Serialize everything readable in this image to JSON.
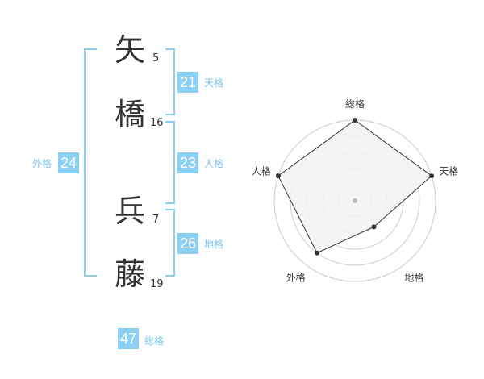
{
  "name_chars": [
    {
      "char": "矢",
      "strokes": "5"
    },
    {
      "char": "橋",
      "strokes": "16"
    },
    {
      "char": "兵",
      "strokes": "7"
    },
    {
      "char": "藤",
      "strokes": "19"
    }
  ],
  "fortunes": {
    "tenkaku": {
      "value": "21",
      "label": "天格"
    },
    "jinkaku": {
      "value": "23",
      "label": "人格"
    },
    "chikaku": {
      "value": "26",
      "label": "地格"
    },
    "gaikaku": {
      "value": "24",
      "label": "外格"
    },
    "soukaku": {
      "value": "47",
      "label": "総格"
    }
  },
  "chart_data": {
    "type": "radar",
    "axes": [
      "総格",
      "天格",
      "地格",
      "外格",
      "人格"
    ],
    "values": [
      5,
      5,
      2,
      4,
      5
    ],
    "max": 5,
    "rings": 5,
    "colors": {
      "fill": "#f2f2f2",
      "line": "#333333",
      "ring": "#cccccc",
      "center": "#bbbbbb"
    }
  }
}
